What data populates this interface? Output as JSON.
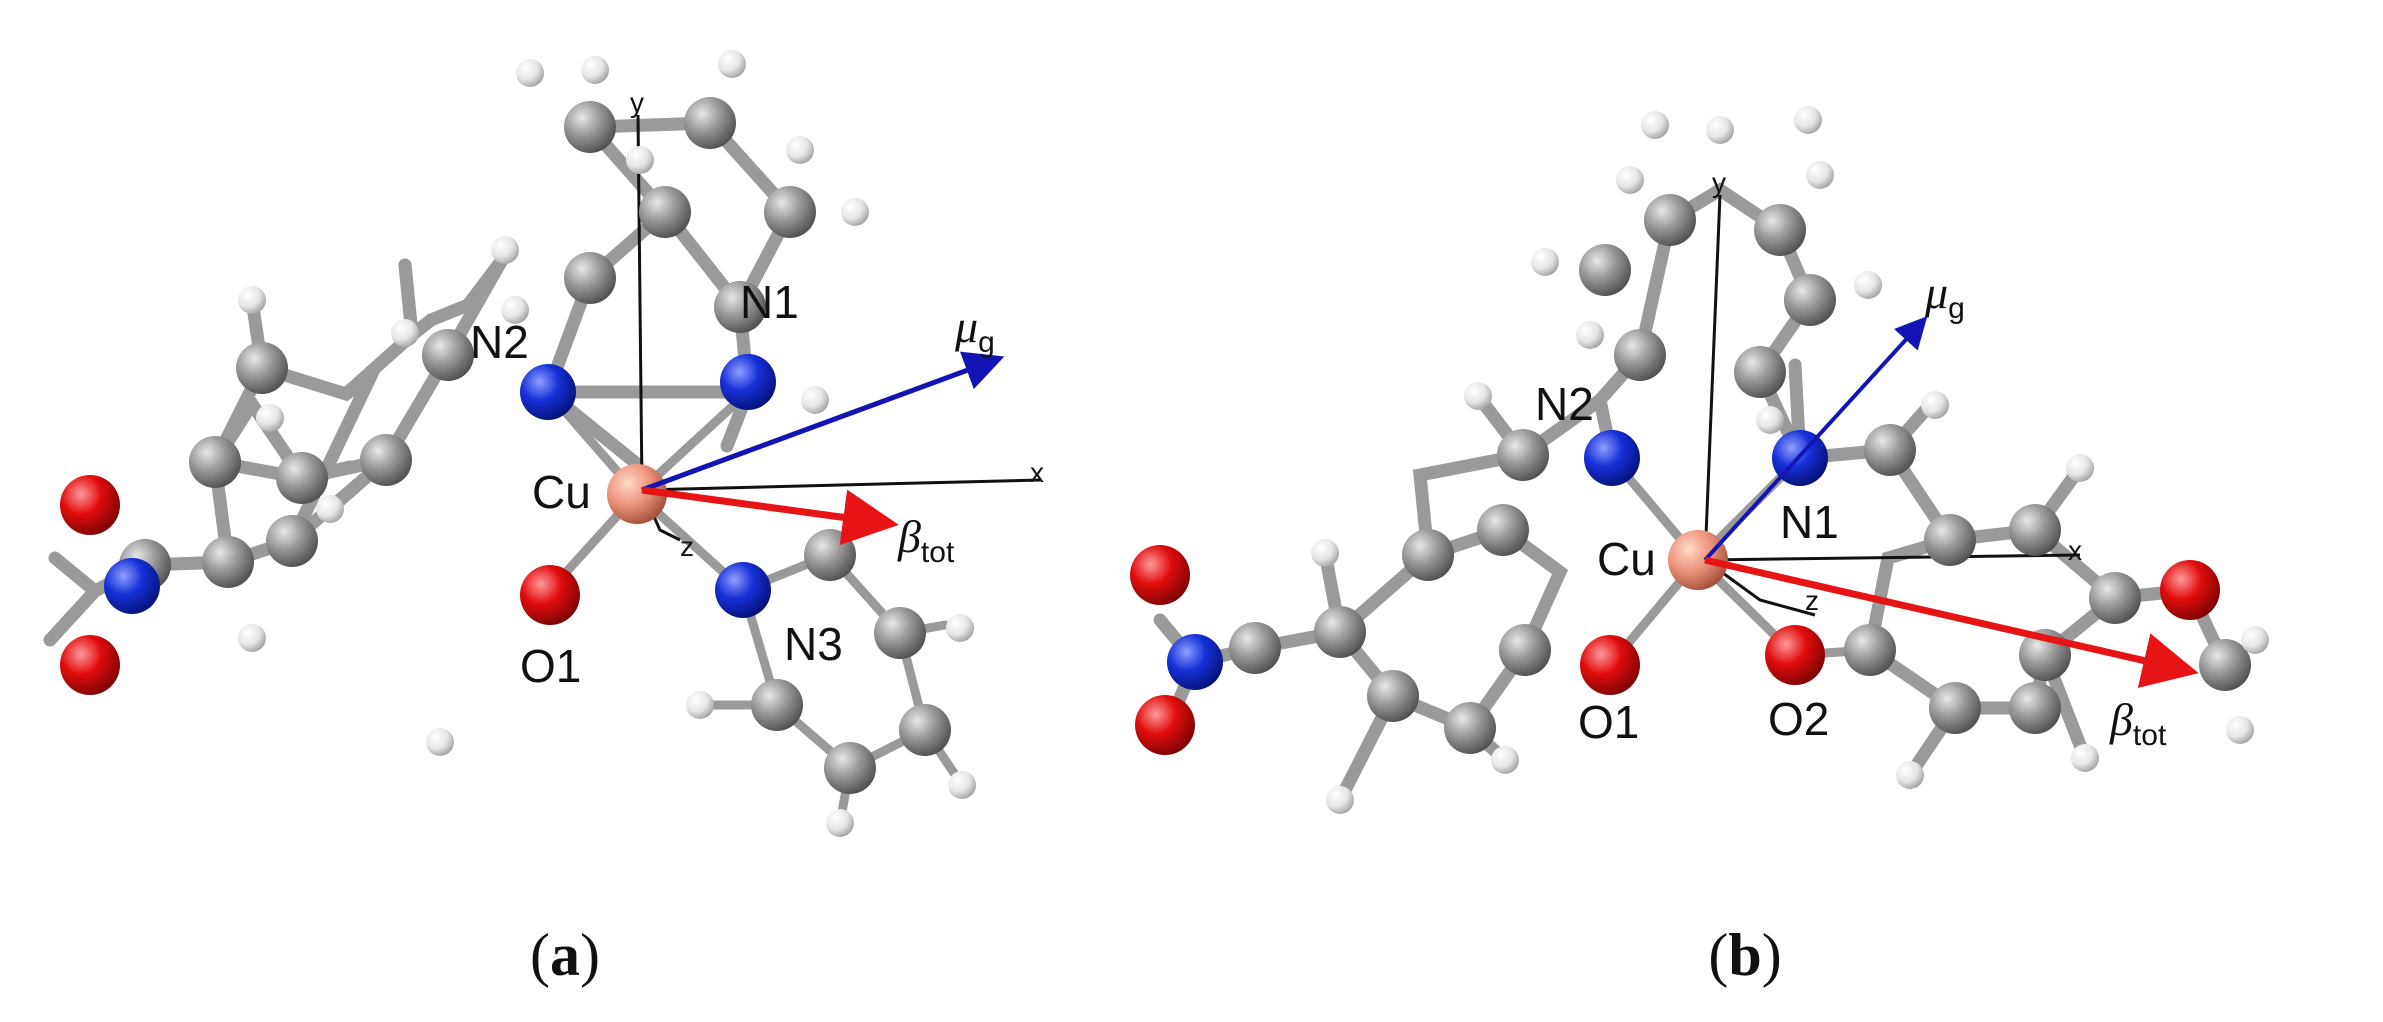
{
  "colors": {
    "carbon": "#8c8c8c",
    "hydrogen": "#e6e6e6",
    "nitrogen": "#1228cc",
    "oxygen": "#dd0a0a",
    "copper": "#ec9279",
    "bond": "#9a9a9a",
    "axis": "#111111",
    "mu_arrow": "#1414b4",
    "beta_arrow": "#e61414"
  },
  "panels": [
    {
      "id": "a",
      "caption_open": "(",
      "caption_letter": "a",
      "caption_close": ")",
      "atom_labels": {
        "cu": "Cu",
        "n1": "N1",
        "n2": "N2",
        "n3": "N3",
        "o1": "O1"
      },
      "axis_labels": {
        "x": "x",
        "y": "y",
        "z": "z"
      },
      "arrows": {
        "mu": {
          "symbol": "μ",
          "subscript": "g"
        },
        "beta": {
          "symbol": "β",
          "subscript": "tot"
        }
      }
    },
    {
      "id": "b",
      "caption_open": "(",
      "caption_letter": "b",
      "caption_close": ")",
      "atom_labels": {
        "cu": "Cu",
        "n1": "N1",
        "n2": "N2",
        "o1": "O1",
        "o2": "O2"
      },
      "axis_labels": {
        "x": "x",
        "y": "y",
        "z": "z"
      },
      "arrows": {
        "mu": {
          "symbol": "μ",
          "subscript": "g"
        },
        "beta": {
          "symbol": "β",
          "subscript": "tot"
        }
      }
    }
  ]
}
